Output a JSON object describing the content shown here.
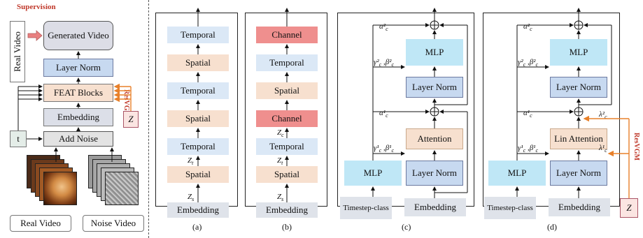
{
  "overview": {
    "supervision": "Supervision",
    "real_video_side": "Real Video",
    "generated_video": "Generated Video",
    "layer_norm": "Layer Norm",
    "feat_blocks": "FEAT Blocks",
    "resvgm": "ResVGM",
    "embedding": "Embedding",
    "z": "Z",
    "t": "t",
    "add_noise": "Add Noise",
    "real_video_caption": "Real Video",
    "noise_video_caption": "Noise Video"
  },
  "panel_a": {
    "caption": "(a)",
    "blocks": [
      "Temporal",
      "Spatial",
      "Temporal",
      "Spatial",
      "Temporal",
      "Spatial"
    ],
    "zt": "Z",
    "zs": "Z",
    "zt_sub": "t",
    "zs_sub": "s",
    "embedding": "Embedding"
  },
  "panel_b": {
    "caption": "(b)",
    "blocks": [
      "Channel",
      "Temporal",
      "Spatial",
      "Channel",
      "Temporal",
      "Spatial"
    ],
    "zc": "Z",
    "zt": "Z",
    "zs": "Z",
    "zc_sub": "c",
    "zt_sub": "t",
    "zs_sub": "s",
    "embedding": "Embedding"
  },
  "panel_c": {
    "caption": "(c)",
    "mlp_top": "MLP",
    "layer_norm_top": "Layer Norm",
    "attention": "Attention",
    "layer_norm_bottom": "Layer Norm",
    "mlp_left": "MLP",
    "timestep": "Timestep-class",
    "embedding": "Embedding",
    "alpha2": "α",
    "alpha1": "α",
    "gb2": "γ²c ,β²c",
    "gb1": "γ¹c ,β¹c"
  },
  "panel_d": {
    "caption": "(d)",
    "mlp_top": "MLP",
    "layer_norm_top": "Layer Norm",
    "lin_attention": "Lin Attention",
    "layer_norm_bottom": "Layer Norm",
    "mlp_left": "MLP",
    "timestep": "Timestep-class",
    "embedding": "Embedding",
    "z": "Z",
    "resvgm": "ResVGM",
    "gb2": "γ²c ,β²c",
    "gb1": "γ¹c ,β¹c"
  },
  "colors": {
    "supervision": "#c0392b",
    "orange": "#e8802a",
    "arrow_pink": "#e98080"
  }
}
